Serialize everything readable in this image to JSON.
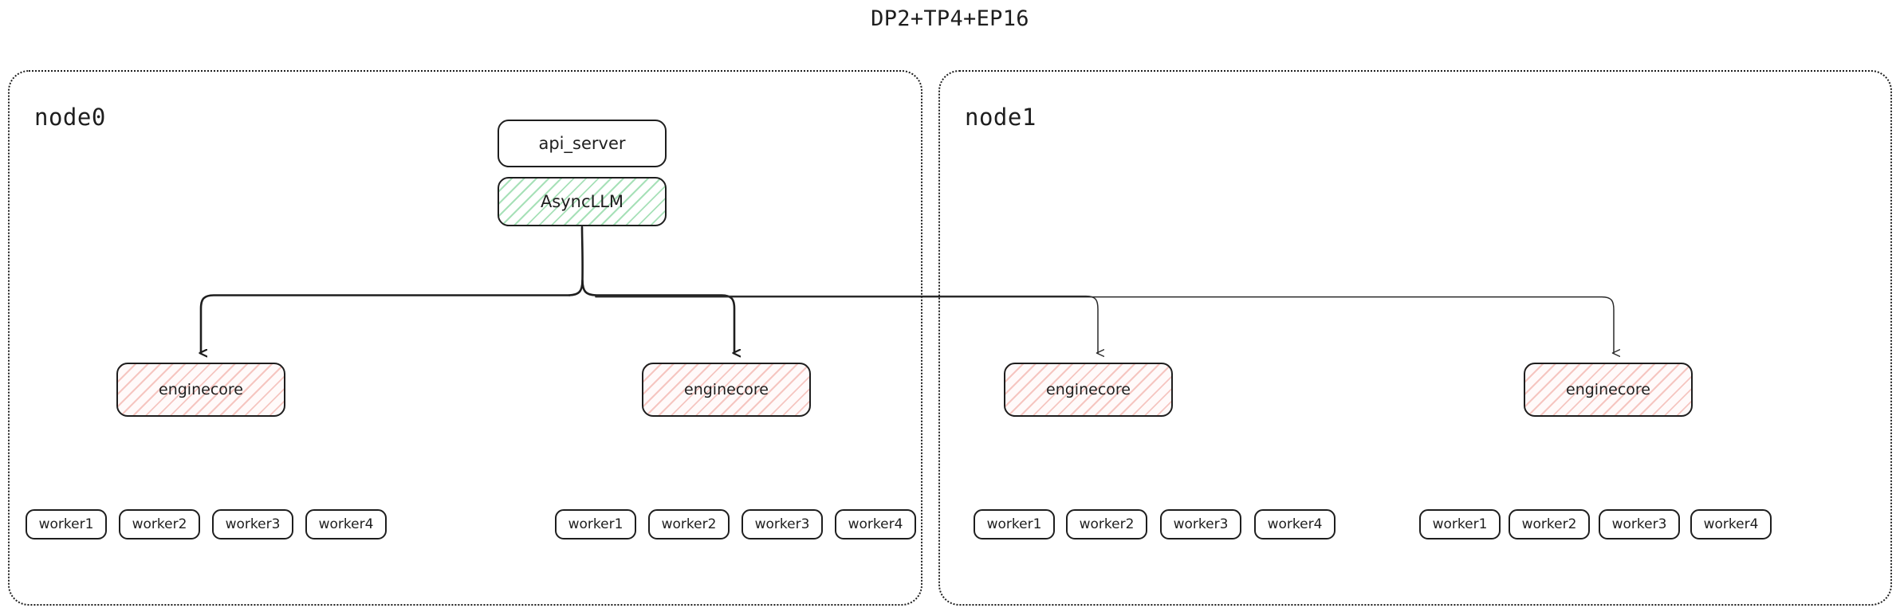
{
  "title": "DP2+TP4+EP16",
  "colors": {
    "stroke": "#1e1e1e",
    "async_hatch": "#5fc87d",
    "enginecore_hatch": "#eb8c82",
    "background": "#ffffff"
  },
  "nodes": [
    {
      "label": "node0",
      "api_server": {
        "label": "api_server"
      },
      "async_llm": {
        "label": "AsyncLLM"
      },
      "enginecores": [
        {
          "label": "enginecore",
          "workers": [
            {
              "label": "worker1"
            },
            {
              "label": "worker2"
            },
            {
              "label": "worker3"
            },
            {
              "label": "worker4"
            }
          ]
        },
        {
          "label": "enginecore",
          "workers": [
            {
              "label": "worker1"
            },
            {
              "label": "worker2"
            },
            {
              "label": "worker3"
            },
            {
              "label": "worker4"
            }
          ]
        }
      ]
    },
    {
      "label": "node1",
      "enginecores": [
        {
          "label": "enginecore",
          "workers": [
            {
              "label": "worker1"
            },
            {
              "label": "worker2"
            },
            {
              "label": "worker3"
            },
            {
              "label": "worker4"
            }
          ]
        },
        {
          "label": "enginecore",
          "workers": [
            {
              "label": "worker1"
            },
            {
              "label": "worker2"
            },
            {
              "label": "worker3"
            },
            {
              "label": "worker4"
            }
          ]
        }
      ]
    }
  ]
}
